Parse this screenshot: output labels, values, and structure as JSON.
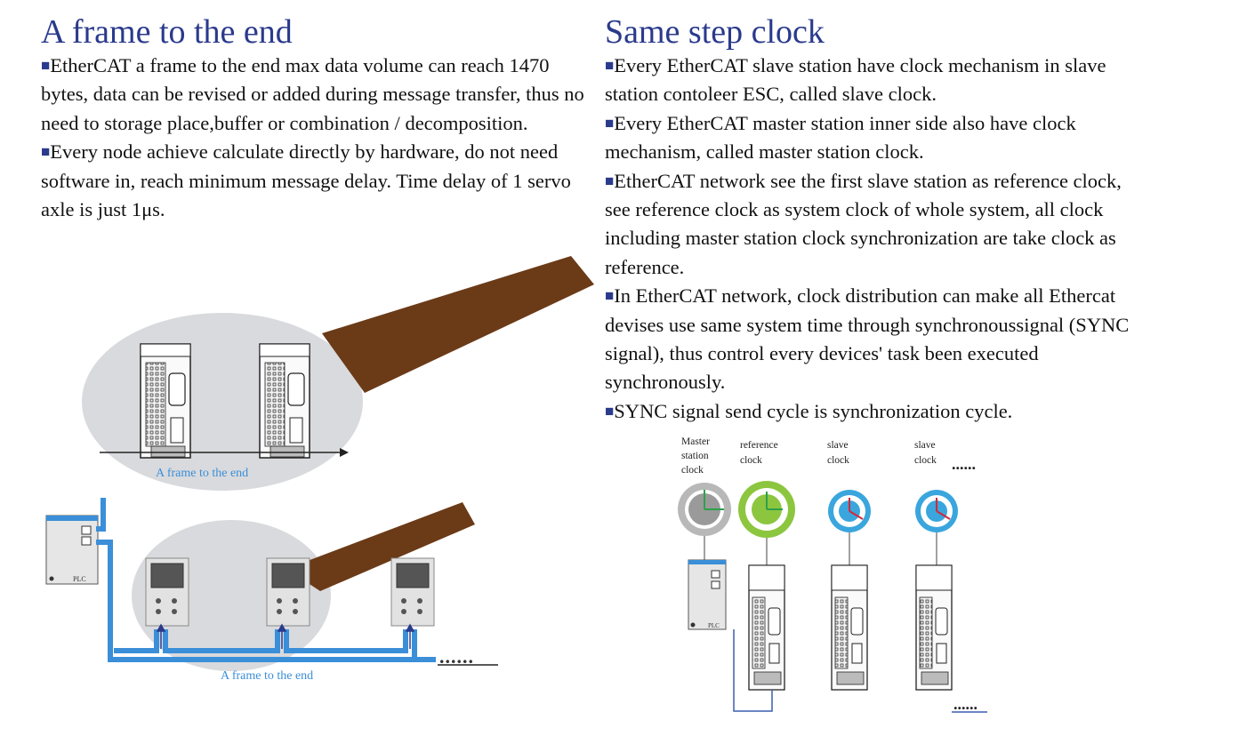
{
  "left": {
    "heading": "A frame to the end",
    "paragraphs": [
      "EtherCAT a frame to the end max data volume can reach 1470 bytes, data can be revised or added during message transfer, thus no need to storage place,buffer or combination / decomposition.",
      "Every node achieve calculate directly by hardware, do not need software in, reach minimum message delay. Time delay of 1 servo axle is just 1μs."
    ],
    "diagram": {
      "ellipse_caption_top": "A frame to the end",
      "ellipse_caption_bottom": "A frame to the end",
      "plc_label": "PLC",
      "continuation": "......"
    }
  },
  "right": {
    "heading": "Same step clock",
    "paragraphs": [
      "Every EtherCAT slave station have clock mechanism in slave station contoleer ESC, called slave clock.",
      "Every EtherCAT master station inner side also have clock mechanism, called master station clock.",
      "EtherCAT network see the first slave station as reference clock, see reference clock as system clock of whole system, all clock including master station clock synchronization are take clock as reference.",
      "In EtherCAT network, clock distribution can make all Ethercat devises use same system time through synchronoussignal (SYNC signal), thus control every devices' task been executed synchronously.",
      "SYNC signal send  cycle is synchronization cycle."
    ],
    "diagram": {
      "master_label": [
        "Master",
        "station",
        "clock"
      ],
      "reference_label": [
        "reference",
        "clock"
      ],
      "slave1_label": [
        "slave",
        "clock"
      ],
      "slave2_label": [
        "slave",
        "clock"
      ],
      "plc_label": "PLC",
      "continuation_top": "......",
      "continuation_bottom": "......"
    }
  },
  "colors": {
    "heading": "#2a3a8c",
    "bus_blue": "#3a8fd8",
    "cable_brown": "#6b3a17",
    "ellipse_gray": "#d9dadd",
    "master_clock_gray": "#b8b8b8",
    "reference_clock_green": "#8cc63f",
    "slave_clock_blue": "#3aa6dd"
  }
}
